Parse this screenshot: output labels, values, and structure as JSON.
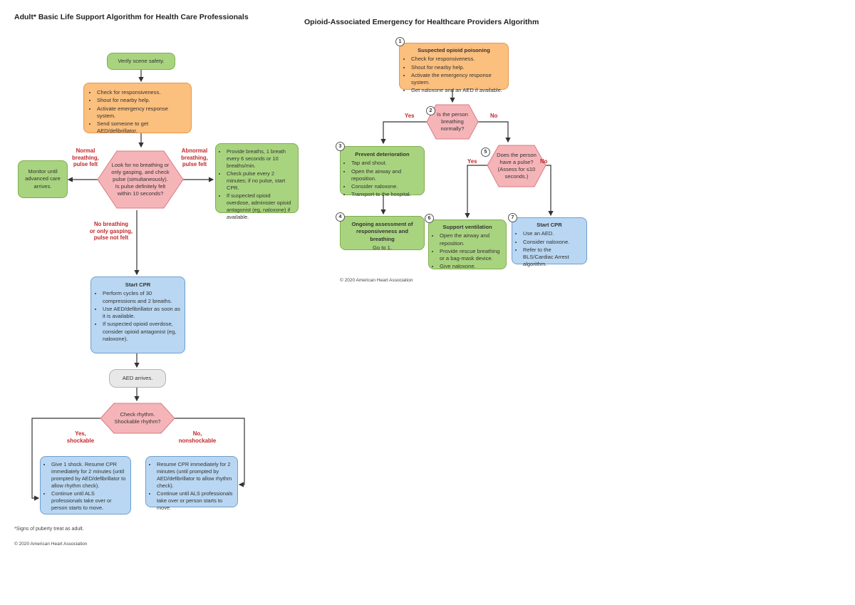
{
  "bls": {
    "title": "Adult* Basic Life Support Algorithm for Health Care Professionals",
    "verify": "Verify scene safety.",
    "initial_steps": [
      "Check for responsiveness.",
      "Shout for nearby help.",
      "Activate emergency response system.",
      "Send someone to get AED/defibrillator."
    ],
    "assess": "Look for no breathing or only gasping, and check pulse (simultaneously). Is pulse definitely felt within 10 seconds?",
    "monitor": "Monitor until advanced care arrives.",
    "label_normal": "Normal\nbreathing,\npulse felt",
    "label_abnormal": "Abnormal\nbreathing,\npulse felt",
    "breaths_steps": [
      "Provide breaths, 1 breath every 6 seconds or 10 breaths/min.",
      "Check pulse every 2 minutes; if no pulse, start CPR.",
      "If suspected opioid overdose, administer opioid antagonist (eg, naloxone) if available."
    ],
    "label_no_breathing": "No breathing\nor only gasping,\npulse not felt",
    "cpr_title": "Start CPR",
    "cpr_steps": [
      "Perform cycles of 30 compressions and 2 breaths.",
      "Use AED/defibrillator as soon as it is available.",
      "If suspected opioid overdose, consider opioid antagonist (eg, naloxone)."
    ],
    "aed": "AED arrives.",
    "rhythm": "Check rhythm. Shockable rhythm?",
    "label_yes": "Yes,\nshockable",
    "label_no": "No,\nnonshockable",
    "shock_steps": [
      "Give 1 shock. Resume CPR immediately for 2 minutes (until prompted by AED/defibrillator to allow rhythm check).",
      "Continue until ALS professionals take over or person starts to move."
    ],
    "noshock_steps": [
      "Resume CPR immediately for 2 minutes (until prompted by AED/defibrillator to allow rhythm check).",
      "Continue until ALS professionals take over or person starts to move."
    ],
    "footnote": "*Signs of puberty treat as adult.",
    "copyright": "© 2020 American Heart Association"
  },
  "opioid": {
    "title": "Opioid-Associated Emergency for Healthcare Providers Algorithm",
    "step_numbers": [
      "1",
      "2",
      "3",
      "4",
      "5",
      "6",
      "7"
    ],
    "suspected_title": "Suspected opioid poisoning",
    "suspected_steps": [
      "Check for responsiveness.",
      "Shout for nearby help.",
      "Activate the emergency response system.",
      "Get naloxone and an AED if available."
    ],
    "breathing_q": "Is the person breathing normally?",
    "label_yes": "Yes",
    "label_no": "No",
    "prevent_title": "Prevent deterioration",
    "prevent_steps": [
      "Tap and shout.",
      "Open the airway and reposition.",
      "Consider naloxone.",
      "Transport to the hospital."
    ],
    "pulse_q": "Does the person have a pulse? (Assess for ≤10 seconds.)",
    "pulse_yes": "Yes",
    "pulse_no": "No",
    "ongoing_title": "Ongoing assessment of responsiveness and breathing",
    "ongoing_text": "Go to 1.",
    "support_title": "Support ventilation",
    "support_steps": [
      "Open the airway and reposition.",
      "Provide rescue breathing or a bag-mask device.",
      "Give naloxone."
    ],
    "cpr_title": "Start CPR",
    "cpr_steps": [
      "Use an AED.",
      "Consider naloxone.",
      "Refer to the BLS/Cardiac Arrest algorithm."
    ],
    "copyright": "© 2020 American Heart Association"
  },
  "colors": {
    "green": "#a9d47f",
    "orange": "#fbbf7e",
    "pink": "#f5b5b8",
    "blue": "#b9d7f2",
    "gray": "#e8e8e8",
    "red_label": "#c3272a"
  }
}
